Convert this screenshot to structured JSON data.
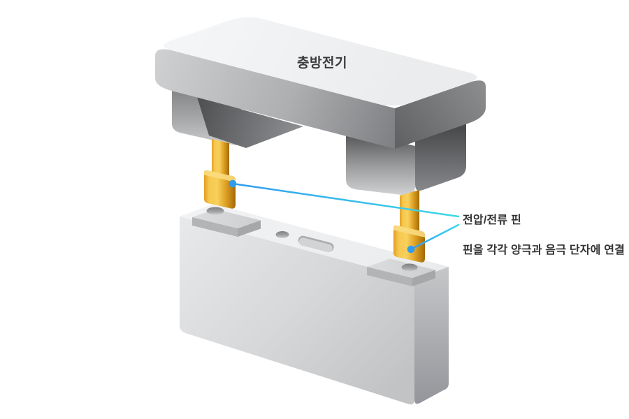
{
  "diagram": {
    "title": "충방전기",
    "labels": {
      "pin_label": "전압/전류 핀",
      "instruction": "핀을 각각 양극과 음극 단자에 연결"
    },
    "parts": {
      "charger": "charge-discharge-tester",
      "battery": "prismatic-battery-cell",
      "pins": "voltage-current-pins",
      "terminals": "positive-negative-terminal-pads"
    },
    "colors": {
      "callout_blue": "#2f9cf1",
      "callout_cyan": "#3ed9e6",
      "pin_gold": "#f3c14a",
      "pin_gold_dark": "#a66d06",
      "label_text": "#333333",
      "body_light": "#f2f3f4",
      "body_gray": "#b9babc",
      "background": "#ffffff"
    }
  }
}
